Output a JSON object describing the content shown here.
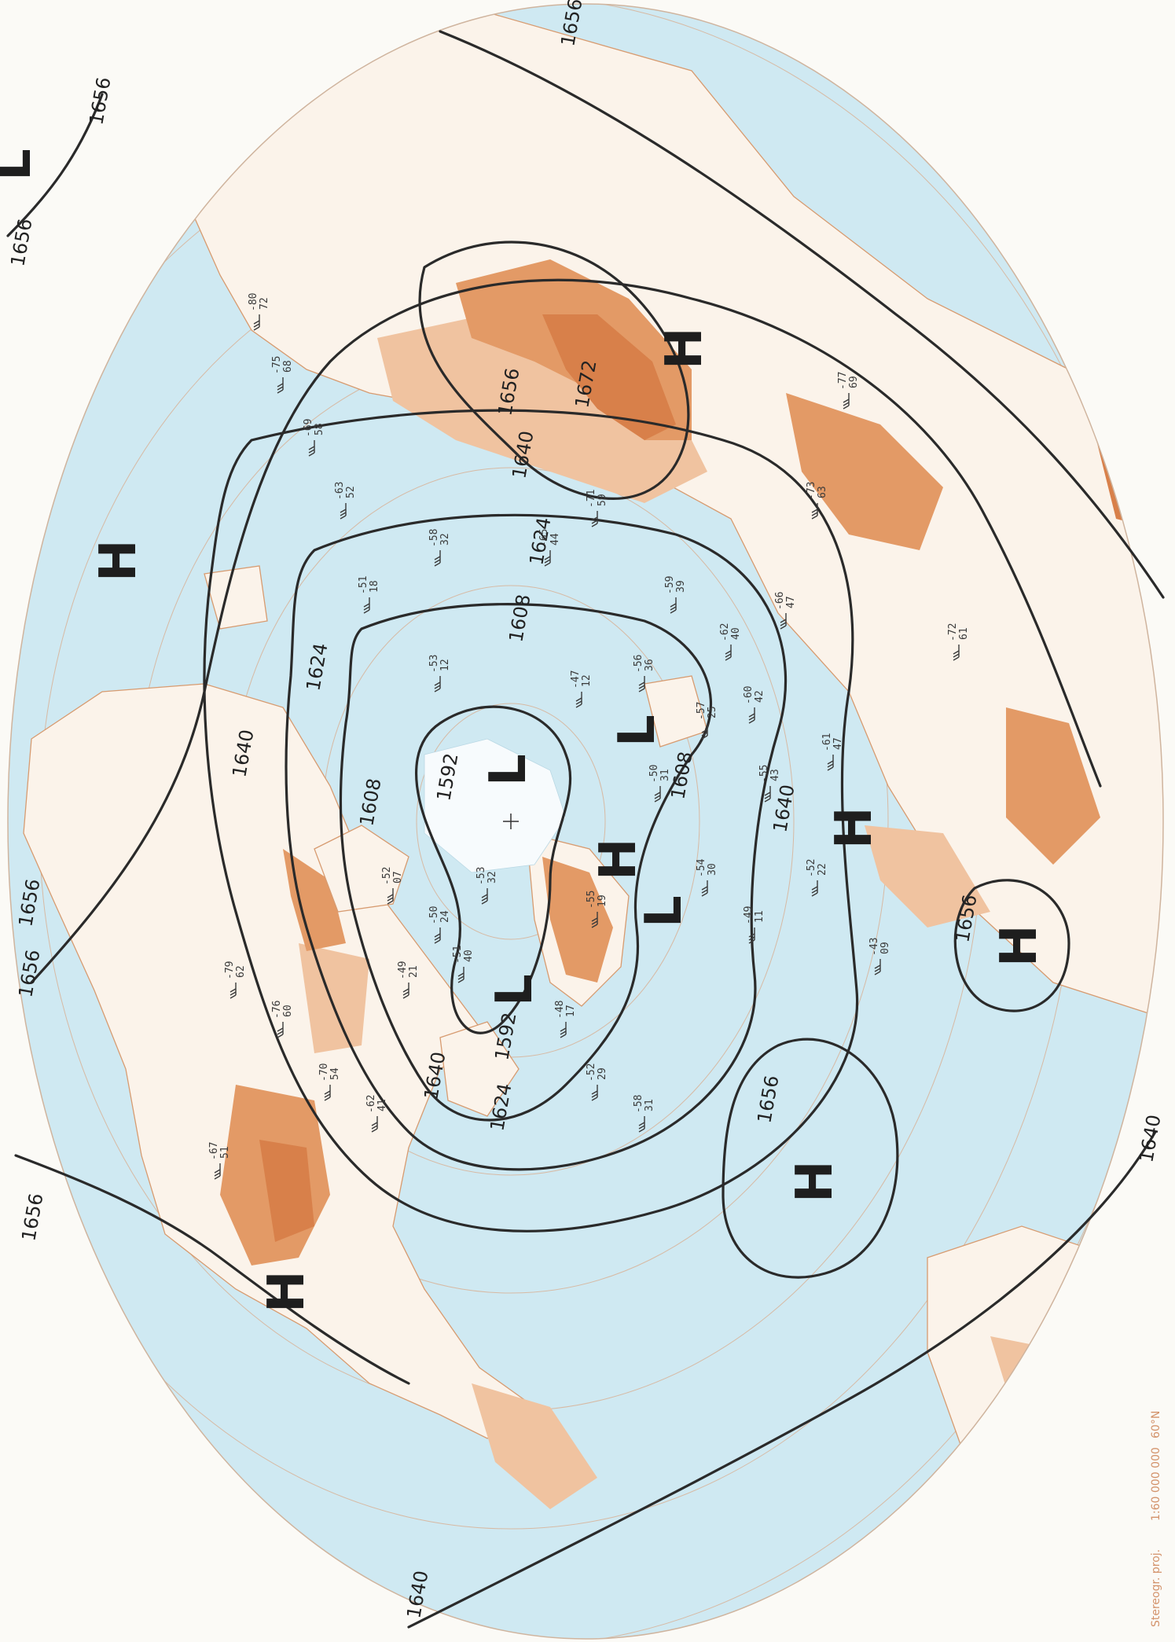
{
  "map": {
    "footer_projection": "Stereogr. proj.",
    "footer_scale": "1:60 000 000",
    "footer_lat": "60°N"
  },
  "contour_labels": [
    {
      "text": "1592"
    },
    {
      "text": "1592"
    },
    {
      "text": "1608"
    },
    {
      "text": "1608"
    },
    {
      "text": "1608"
    },
    {
      "text": "1624"
    },
    {
      "text": "1624"
    },
    {
      "text": "1624"
    },
    {
      "text": "1640"
    },
    {
      "text": "1640"
    },
    {
      "text": "1640"
    },
    {
      "text": "1640"
    },
    {
      "text": "1640"
    },
    {
      "text": "1640"
    },
    {
      "text": "1656"
    },
    {
      "text": "1656"
    },
    {
      "text": "1656"
    },
    {
      "text": "1656"
    },
    {
      "text": "1656"
    },
    {
      "text": "1656"
    },
    {
      "text": "1656"
    },
    {
      "text": "1656"
    },
    {
      "text": "1656"
    },
    {
      "text": "1672"
    }
  ],
  "centers": [
    {
      "type": "L"
    },
    {
      "type": "L"
    },
    {
      "type": "L"
    },
    {
      "type": "L"
    },
    {
      "type": "L"
    },
    {
      "type": "H"
    },
    {
      "type": "H"
    },
    {
      "type": "H"
    },
    {
      "type": "H"
    },
    {
      "type": "H"
    },
    {
      "type": "H"
    },
    {
      "type": "H"
    }
  ],
  "stations": [
    {
      "t": "-52",
      "h": "07"
    },
    {
      "t": "-50",
      "h": "24"
    },
    {
      "t": "-53",
      "h": "32"
    },
    {
      "t": "-51",
      "h": "40"
    },
    {
      "t": "-49",
      "h": "21"
    },
    {
      "t": "-55",
      "h": "19"
    },
    {
      "t": "-50",
      "h": "31"
    },
    {
      "t": "-57",
      "h": "25"
    },
    {
      "t": "-62",
      "h": "40"
    },
    {
      "t": "-59",
      "h": "39"
    },
    {
      "t": "-71",
      "h": "59"
    },
    {
      "t": "-65",
      "h": "44"
    },
    {
      "t": "-58",
      "h": "32"
    },
    {
      "t": "-51",
      "h": "18"
    },
    {
      "t": "-53",
      "h": "12"
    },
    {
      "t": "-47",
      "h": "12"
    },
    {
      "t": "-56",
      "h": "36"
    },
    {
      "t": "-60",
      "h": "42"
    },
    {
      "t": "-66",
      "h": "47"
    },
    {
      "t": "-73",
      "h": "63"
    },
    {
      "t": "-77",
      "h": "69"
    },
    {
      "t": "-55",
      "h": "43"
    },
    {
      "t": "-61",
      "h": "47"
    },
    {
      "t": "-54",
      "h": "30"
    },
    {
      "t": "-49",
      "h": "11"
    },
    {
      "t": "-52",
      "h": "22"
    },
    {
      "t": "-43",
      "h": "09"
    },
    {
      "t": "-63",
      "h": "52"
    },
    {
      "t": "-69",
      "h": "58"
    },
    {
      "t": "-75",
      "h": "68"
    },
    {
      "t": "-80",
      "h": "72"
    },
    {
      "t": "-72",
      "h": "61"
    },
    {
      "t": "-48",
      "h": "17"
    },
    {
      "t": "-52",
      "h": "29"
    },
    {
      "t": "-58",
      "h": "31"
    },
    {
      "t": "-62",
      "h": "41"
    },
    {
      "t": "-70",
      "h": "54"
    },
    {
      "t": "-76",
      "h": "60"
    },
    {
      "t": "-79",
      "h": "62"
    },
    {
      "t": "-67",
      "h": "51"
    }
  ]
}
